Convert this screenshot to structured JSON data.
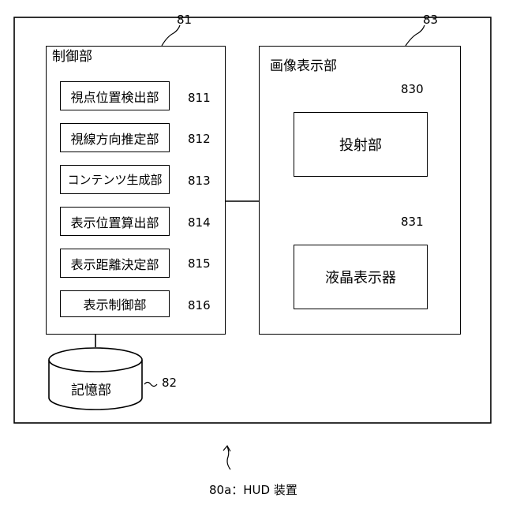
{
  "outer_ref": "80a",
  "caption": "80a：HUD 装置",
  "controller": {
    "ref": "81",
    "title": "制御部",
    "units": [
      {
        "label": "視点位置検出部",
        "ref": "811"
      },
      {
        "label": "視線方向推定部",
        "ref": "812"
      },
      {
        "label": "コンテンツ生成部",
        "ref": "813"
      },
      {
        "label": "表示位置算出部",
        "ref": "814"
      },
      {
        "label": "表示距離決定部",
        "ref": "815"
      },
      {
        "label": "表示制御部",
        "ref": "816"
      }
    ]
  },
  "storage": {
    "ref": "82",
    "label": "記憶部"
  },
  "image_display": {
    "ref": "83",
    "title": "画像表示部",
    "projector": {
      "ref": "830",
      "label": "投射部"
    },
    "lcd": {
      "ref": "831",
      "label": "液晶表示器"
    }
  }
}
